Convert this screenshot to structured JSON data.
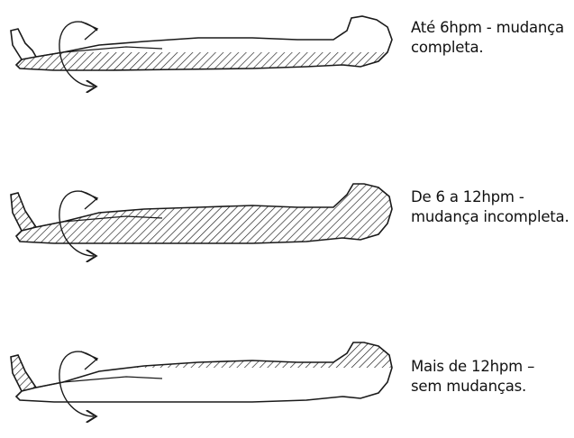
{
  "panels": [
    {
      "caption": "Até 6hpm - mudança\ncompleta."
    },
    {
      "caption": "De 6 a 12hpm -\nmudança incompleta."
    },
    {
      "caption": "Mais de 12hpm –\nsem  mudanças."
    }
  ],
  "colors": {
    "line": "#1a1a1a",
    "hatch": "#1a1a1a",
    "background": "#ffffff"
  }
}
